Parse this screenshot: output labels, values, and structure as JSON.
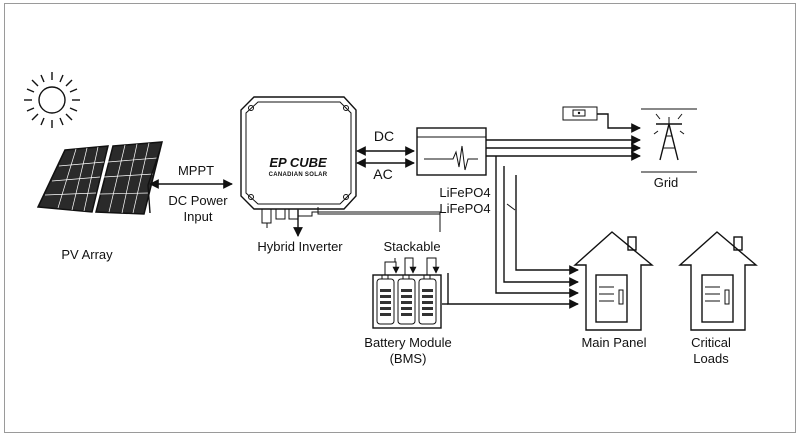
{
  "labels": {
    "pv_array": "PV Array",
    "mppt": "MPPT",
    "dc_power_input_line1": "DC Power",
    "dc_power_input_line2": "Input",
    "hybrid_inverter": "Hybrid Inverter",
    "dc": "DC",
    "ac": "AC",
    "lifepo4_1": "LiFePO4",
    "lifepo4_2": "LiFePO4",
    "grid": "Grid",
    "stackable": "Stackable",
    "battery_line1": "Battery Module",
    "battery_line2": "(BMS)",
    "main_panel": "Main Panel",
    "critical_line1": "Critical",
    "critical_line2": "Loads"
  },
  "inverter": {
    "brand": "EP CUBE",
    "sub": "CANADIAN SOLAR"
  },
  "icons": [
    "sun-icon",
    "solar-panel-icon",
    "inverter-icon",
    "meter-box-icon",
    "utility-meter-icon",
    "grid-tower-icon",
    "battery-stack-icon",
    "house-icon"
  ]
}
